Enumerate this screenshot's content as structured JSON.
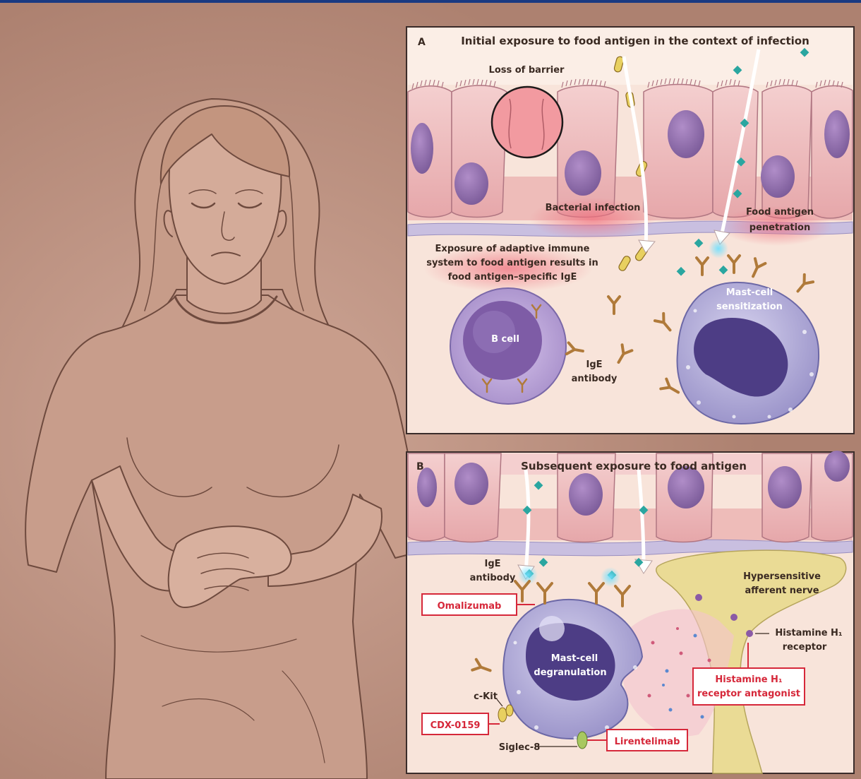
{
  "panel_a": {
    "letter": "A",
    "title": "Initial exposure to food antigen in the context of infection",
    "labels": {
      "loss_of_barrier": "Loss of barrier",
      "bacterial_infection": "Bacterial infection",
      "food_antigen_line1": "Food antigen",
      "food_antigen_line2": "penetration",
      "exposure_line1": "Exposure of adaptive immune",
      "exposure_line2": "system to food antigen results in",
      "exposure_line3": "food antigen–specific IgE",
      "b_cell": "B cell",
      "ige_line1": "IgE",
      "ige_line2": "antibody",
      "mast_line1": "Mast-cell",
      "mast_line2": "sensitization"
    }
  },
  "panel_b": {
    "letter": "B",
    "title": "Subsequent exposure to food antigen",
    "labels": {
      "ige_line1": "IgE",
      "ige_line2": "antibody",
      "nerve_line1": "Hypersensitive",
      "nerve_line2": "afferent nerve",
      "h1_line1": "Histamine H₁",
      "h1_line2": "receptor",
      "mast_line1": "Mast-cell",
      "mast_line2": "degranulation",
      "ckit": "c-Kit",
      "siglec": "Siglec-8"
    },
    "drugs": {
      "omalizumab": "Omalizumab",
      "cdx": "CDX-0159",
      "lirentelimab": "Lirentelimab",
      "antagonist_line1": "Histamine H₁",
      "antagonist_line2": "receptor antagonist"
    }
  },
  "colors": {
    "background": "#b58978",
    "panel_bg": "#f8e4da",
    "cell_pink": "#efbcbc",
    "nucleus": "#8c6aa8",
    "mast_cell": "#b9b4dc",
    "antibody": "#b07a3a",
    "antigen": "#2aa6a0",
    "nerve": "#eadb95",
    "drug_red": "#d6283a"
  }
}
